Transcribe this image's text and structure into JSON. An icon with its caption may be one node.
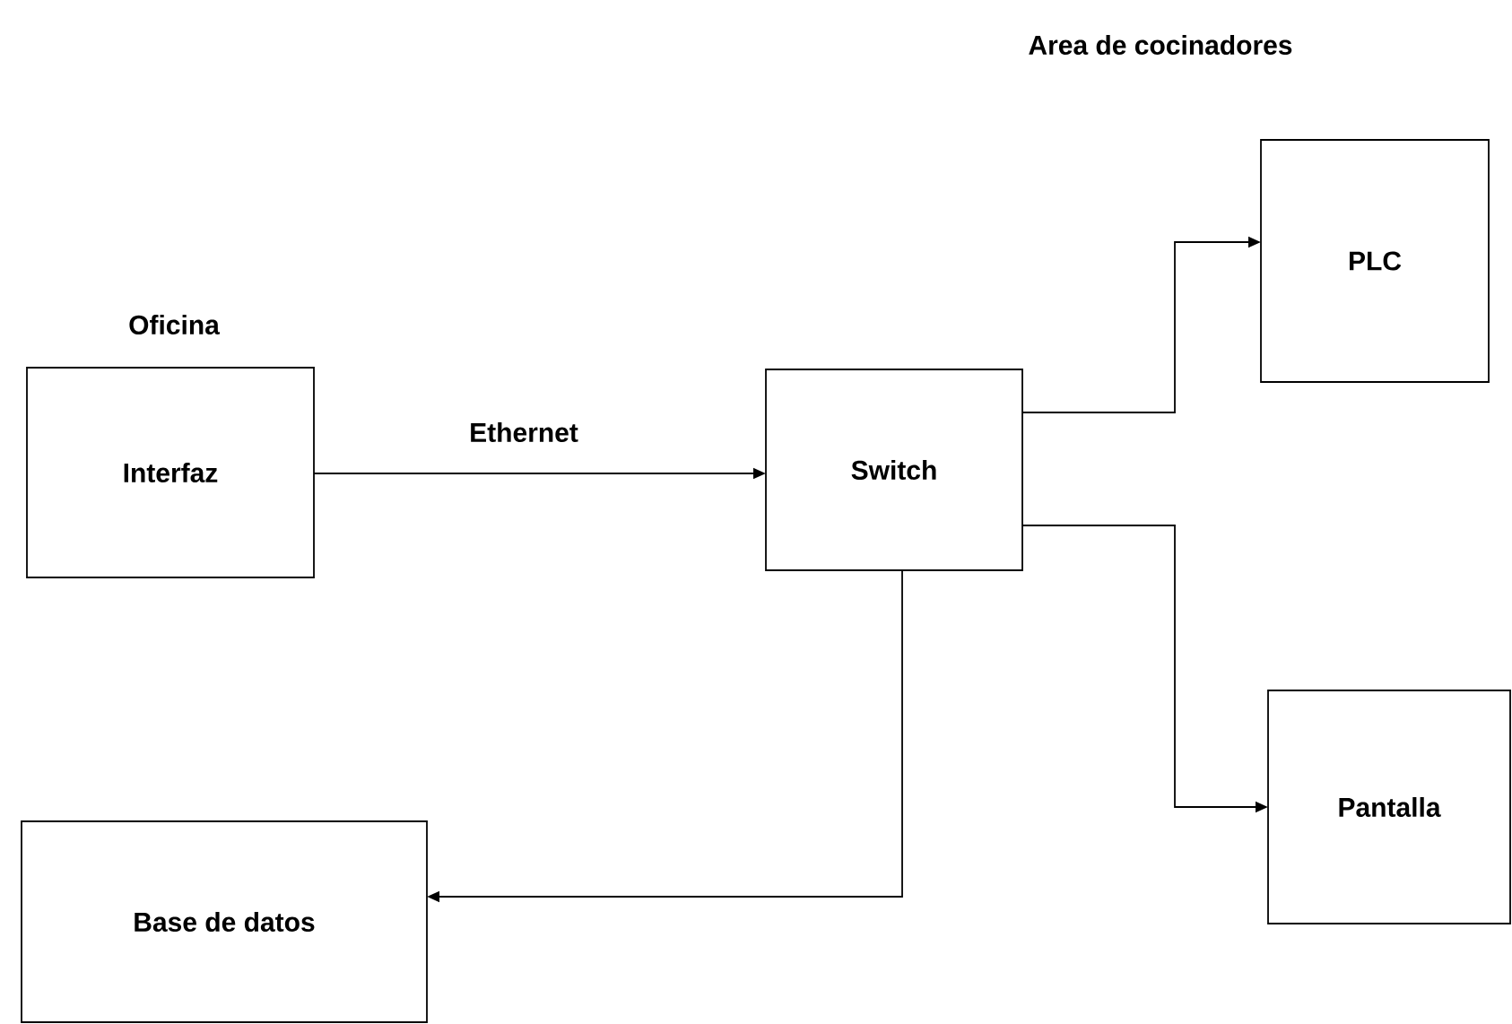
{
  "diagram": {
    "nodes": [
      {
        "text": [
          "Interfaz"
        ],
        "beside": [
          "Oficina"
        ]
      },
      {
        "text": [
          "Switch"
        ]
      },
      {
        "text": [
          "PLC"
        ]
      },
      {
        "text": [
          "Pantalla"
        ]
      },
      {
        "text": [
          "Base de datos"
        ]
      }
    ],
    "edges": [
      {
        "from": 0,
        "to": 1,
        "arrow": "to",
        "label": "Ethernet"
      },
      {
        "from": 1,
        "to": 2,
        "arrow": "to"
      },
      {
        "from": 1,
        "to": 3,
        "arrow": "to"
      },
      {
        "from": 1,
        "to": 4,
        "arrow": "to"
      }
    ],
    "labels": [
      "Area de cocinadores"
    ]
  }
}
